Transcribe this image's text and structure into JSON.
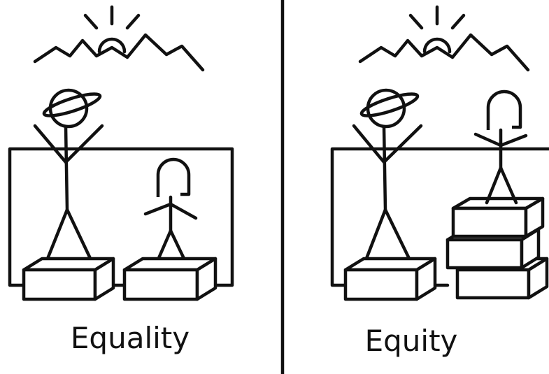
{
  "panels": [
    {
      "id": "equality",
      "caption": "Equality"
    },
    {
      "id": "equity",
      "caption": "Equity"
    }
  ],
  "colors": {
    "ink": "#111111",
    "background": "#ffffff"
  }
}
